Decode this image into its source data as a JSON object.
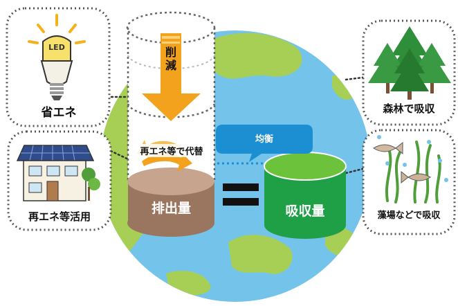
{
  "labels": {
    "energy_saving": "省エネ",
    "renewable_use": "再エネ等活用",
    "reduction": "削減",
    "replace": "再エネ等で代替",
    "emissions": "排出量",
    "balance": "均衡",
    "absorption": "吸収量",
    "forest": "森林で吸収",
    "seaweed": "藻場などで吸収",
    "led": "LED"
  },
  "colors": {
    "ocean": "#74c3ea",
    "land": "#a8cf55",
    "arrow": "#f2a21c",
    "emissions_cylinder": "#9a7560",
    "absorption_cylinder": "#1fa046",
    "balance_bubble": "#1c8fd3",
    "forest": "#2f8e3a"
  },
  "icons": [
    "led-bulb-icon",
    "solar-house-icon",
    "forest-icon",
    "seaweed-fish-icon",
    "equals-sign-icon"
  ]
}
